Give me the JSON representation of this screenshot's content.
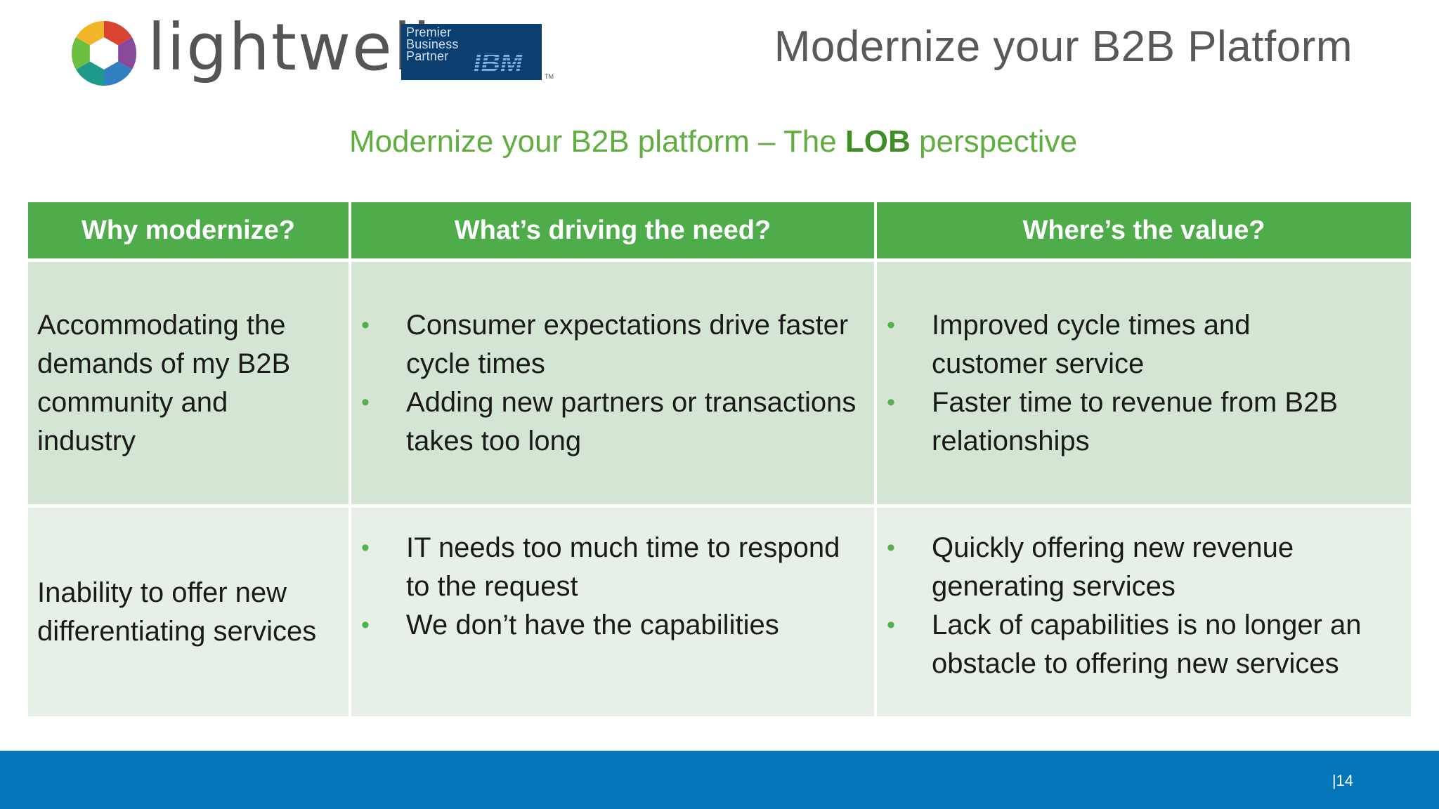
{
  "header": {
    "brand": "lightwell",
    "partner_badge": [
      "Premier",
      "Business",
      "Partner"
    ],
    "partner_mark": "IBM",
    "partner_tm": "TM",
    "slide_title": "Modernize your B2B Platform"
  },
  "subtitle": {
    "before": "Modernize your B2B platform – The ",
    "bold": "LOB",
    "after": " perspective"
  },
  "table": {
    "headers": [
      "Why modernize?",
      "What’s driving the need?",
      "Where’s the value?"
    ],
    "rows": [
      {
        "reason": [
          "Accommodating the",
          "demands of my B2B",
          "community and",
          "industry"
        ],
        "drivers": [
          "Consumer expectations drive faster cycle times",
          "Adding new partners or transactions takes too long"
        ],
        "values": [
          "Improved cycle times and customer service",
          "Faster time to revenue from B2B relationships"
        ]
      },
      {
        "reason": [
          "Inability to offer new",
          "differentiating services"
        ],
        "drivers": [
          "IT needs too much time to respond to the request",
          "We don’t have the capabilities"
        ],
        "values": [
          "Quickly offering new revenue generating services",
          "Lack of capabilities is no longer an obstacle to offering new services"
        ]
      }
    ]
  },
  "footer": {
    "page": "|14"
  },
  "colors": {
    "header_green": "#4ead4a",
    "subtitle_green": "#5fae3f",
    "row1_bg": "#d4e6d3",
    "row2_bg": "#e7f0e7",
    "footer_blue": "#0475b9"
  }
}
